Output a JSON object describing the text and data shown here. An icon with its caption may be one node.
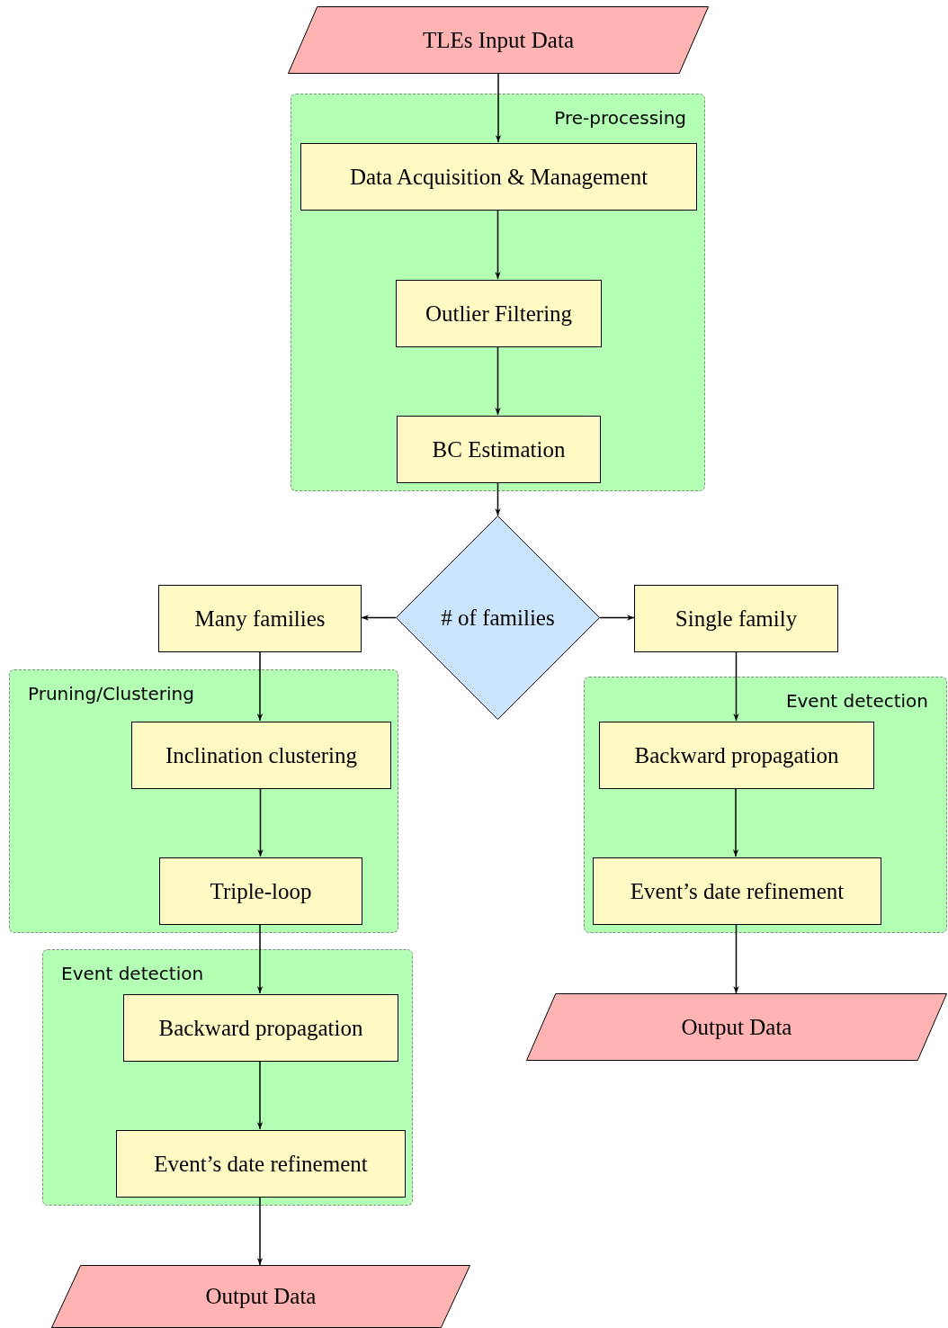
{
  "diagram": {
    "nodes": [
      {
        "text": [
          "TLEs Input Data"
        ]
      },
      {
        "text": [
          "Pre-processing"
        ]
      },
      {
        "text": [
          "Data Acquisition & Management"
        ],
        "in": 1
      },
      {
        "text": [
          "Outlier Filtering"
        ],
        "in": 1
      },
      {
        "text": [
          "BC Estimation"
        ],
        "in": 1
      },
      {
        "text": [
          "# of families"
        ]
      },
      {
        "text": [
          "Many families"
        ]
      },
      {
        "text": [
          "Single family"
        ]
      },
      {
        "text": [
          "Pruning/Clustering"
        ]
      },
      {
        "text": [
          "Inclination clustering"
        ],
        "in": 8
      },
      {
        "text": [
          "Triple-loop"
        ],
        "in": 8
      },
      {
        "text": [
          "Event detection"
        ]
      },
      {
        "text": [
          "Backward propagation"
        ],
        "in": 11
      },
      {
        "text": [
          "Event’s date refinement"
        ],
        "in": 11
      },
      {
        "text": [
          "Output Data"
        ]
      },
      {
        "text": [
          "Event detection"
        ]
      },
      {
        "text": [
          "Backward propagation"
        ],
        "in": 15
      },
      {
        "text": [
          "Event’s date refinement"
        ],
        "in": 15
      },
      {
        "text": [
          "Output Data"
        ]
      }
    ],
    "edges": [
      {
        "from": 0,
        "to": 2,
        "arrow": "to"
      },
      {
        "from": 2,
        "to": 3,
        "arrow": "to"
      },
      {
        "from": 3,
        "to": 4,
        "arrow": "to"
      },
      {
        "from": 4,
        "to": 5,
        "arrow": "to"
      },
      {
        "from": 5,
        "to": 6,
        "arrow": "to"
      },
      {
        "from": 5,
        "to": 7,
        "arrow": "to"
      },
      {
        "from": 6,
        "to": 9,
        "arrow": "to"
      },
      {
        "from": 9,
        "to": 10,
        "arrow": "to"
      },
      {
        "from": 10,
        "to": 12,
        "arrow": "to"
      },
      {
        "from": 12,
        "to": 13,
        "arrow": "to"
      },
      {
        "from": 13,
        "to": 14,
        "arrow": "to"
      },
      {
        "from": 7,
        "to": 16,
        "arrow": "to"
      },
      {
        "from": 16,
        "to": 17,
        "arrow": "to"
      },
      {
        "from": 17,
        "to": 18,
        "arrow": "to"
      }
    ]
  }
}
